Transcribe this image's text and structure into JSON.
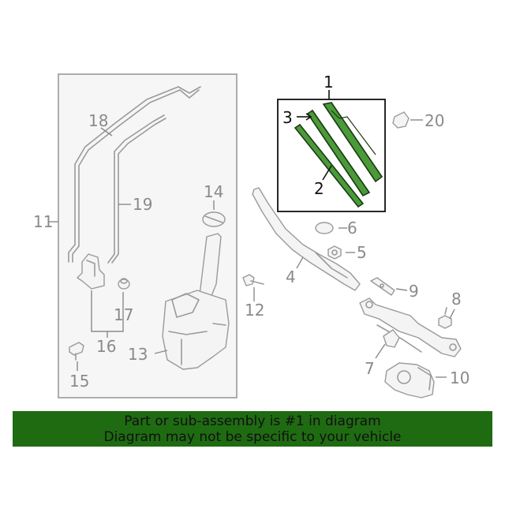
{
  "callouts": {
    "c1": "1",
    "c2": "2",
    "c3": "3",
    "c4": "4",
    "c5": "5",
    "c6": "6",
    "c7": "7",
    "c8": "8",
    "c9": "9",
    "c10": "10",
    "c11": "11",
    "c12": "12",
    "c13": "13",
    "c14": "14",
    "c15": "15",
    "c16": "16",
    "c17": "17",
    "c18": "18",
    "c19": "19",
    "c20": "20"
  },
  "colors": {
    "highlight": "#4a9a3a",
    "banner": "#1f6b12",
    "lines": "#9a9a9a"
  },
  "banner": {
    "line1": "Part or sub-assembly is #1 in diagram",
    "line2": "Diagram may not be specific to your vehicle"
  }
}
